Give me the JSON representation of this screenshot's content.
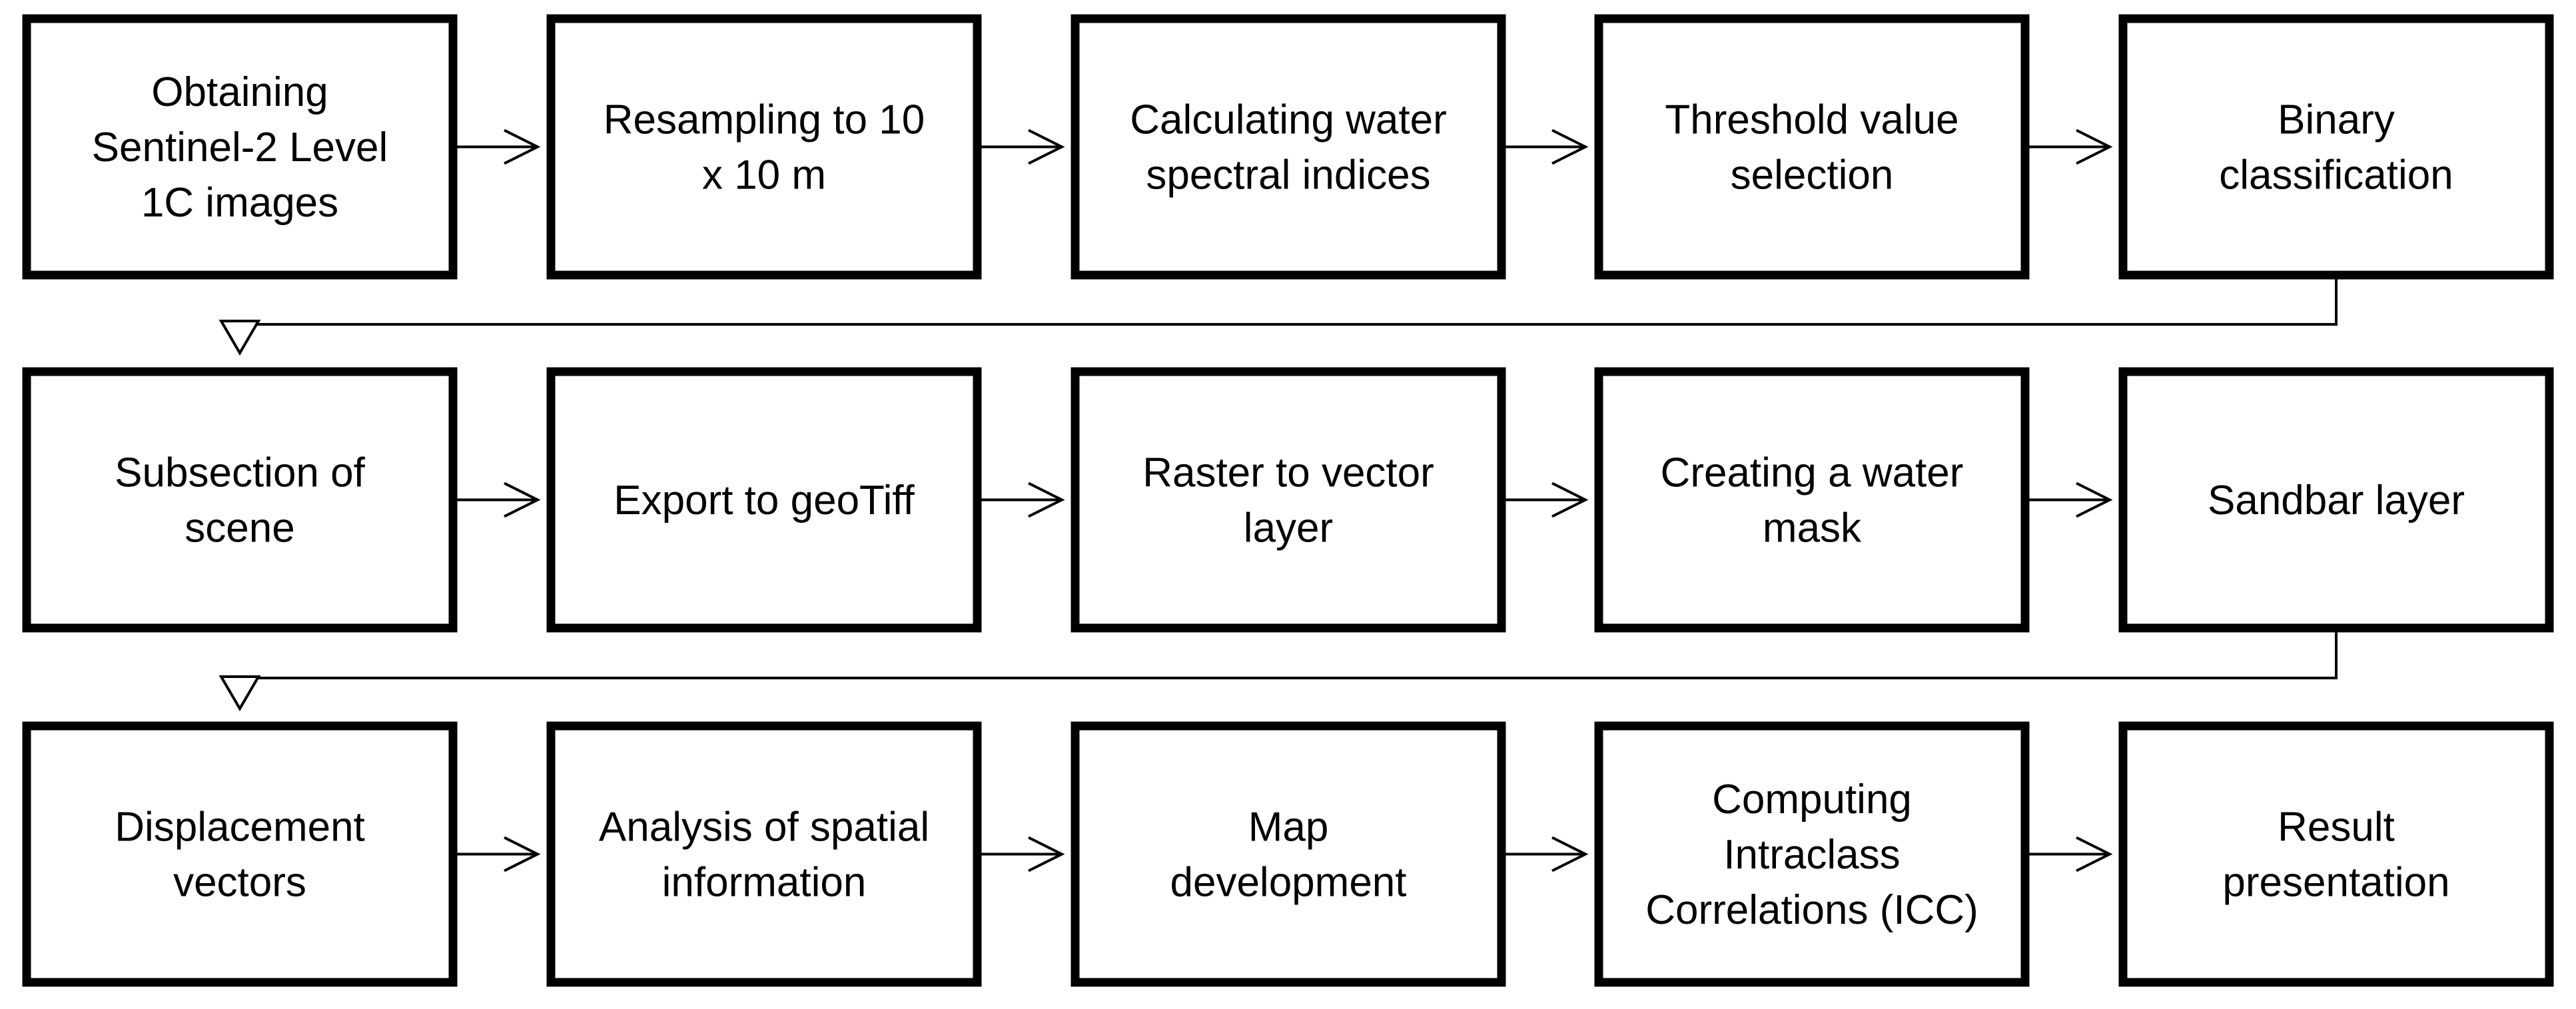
{
  "rows": [
    {
      "nodes": [
        {
          "name": "obtaining-sentinel-2-images",
          "lines": [
            "Obtaining",
            "Sentinel-2 Level",
            "1C images"
          ]
        },
        {
          "name": "resampling",
          "lines": [
            "Resampling to 10",
            "x 10 m"
          ]
        },
        {
          "name": "calculating-water-indices",
          "lines": [
            "Calculating water",
            "spectral indices"
          ]
        },
        {
          "name": "threshold-value-selection",
          "lines": [
            "Threshold value",
            "selection"
          ]
        },
        {
          "name": "binary-classification",
          "lines": [
            "Binary",
            "classification"
          ]
        }
      ]
    },
    {
      "nodes": [
        {
          "name": "subsection-of-scene",
          "lines": [
            "Subsection of",
            "scene"
          ]
        },
        {
          "name": "export-to-geotiff",
          "lines": [
            "Export to geoTiff"
          ]
        },
        {
          "name": "raster-to-vector-layer",
          "lines": [
            "Raster to vector",
            "layer"
          ]
        },
        {
          "name": "creating-water-mask",
          "lines": [
            "Creating a water",
            "mask"
          ]
        },
        {
          "name": "sandbar-layer",
          "lines": [
            "Sandbar layer"
          ]
        }
      ]
    },
    {
      "nodes": [
        {
          "name": "displacement-vectors",
          "lines": [
            "Displacement",
            "vectors"
          ]
        },
        {
          "name": "analysis-of-spatial-information",
          "lines": [
            "Analysis of spatial",
            "information"
          ]
        },
        {
          "name": "map-development",
          "lines": [
            "Map",
            "development"
          ]
        },
        {
          "name": "computing-icc",
          "lines": [
            "Computing",
            "Intraclass",
            "Correlations (ICC)"
          ]
        },
        {
          "name": "result-presentation",
          "lines": [
            "Result",
            "presentation"
          ]
        }
      ]
    }
  ],
  "colors": {
    "stroke": "#000000",
    "fill": "#ffffff",
    "text": "#000000"
  }
}
